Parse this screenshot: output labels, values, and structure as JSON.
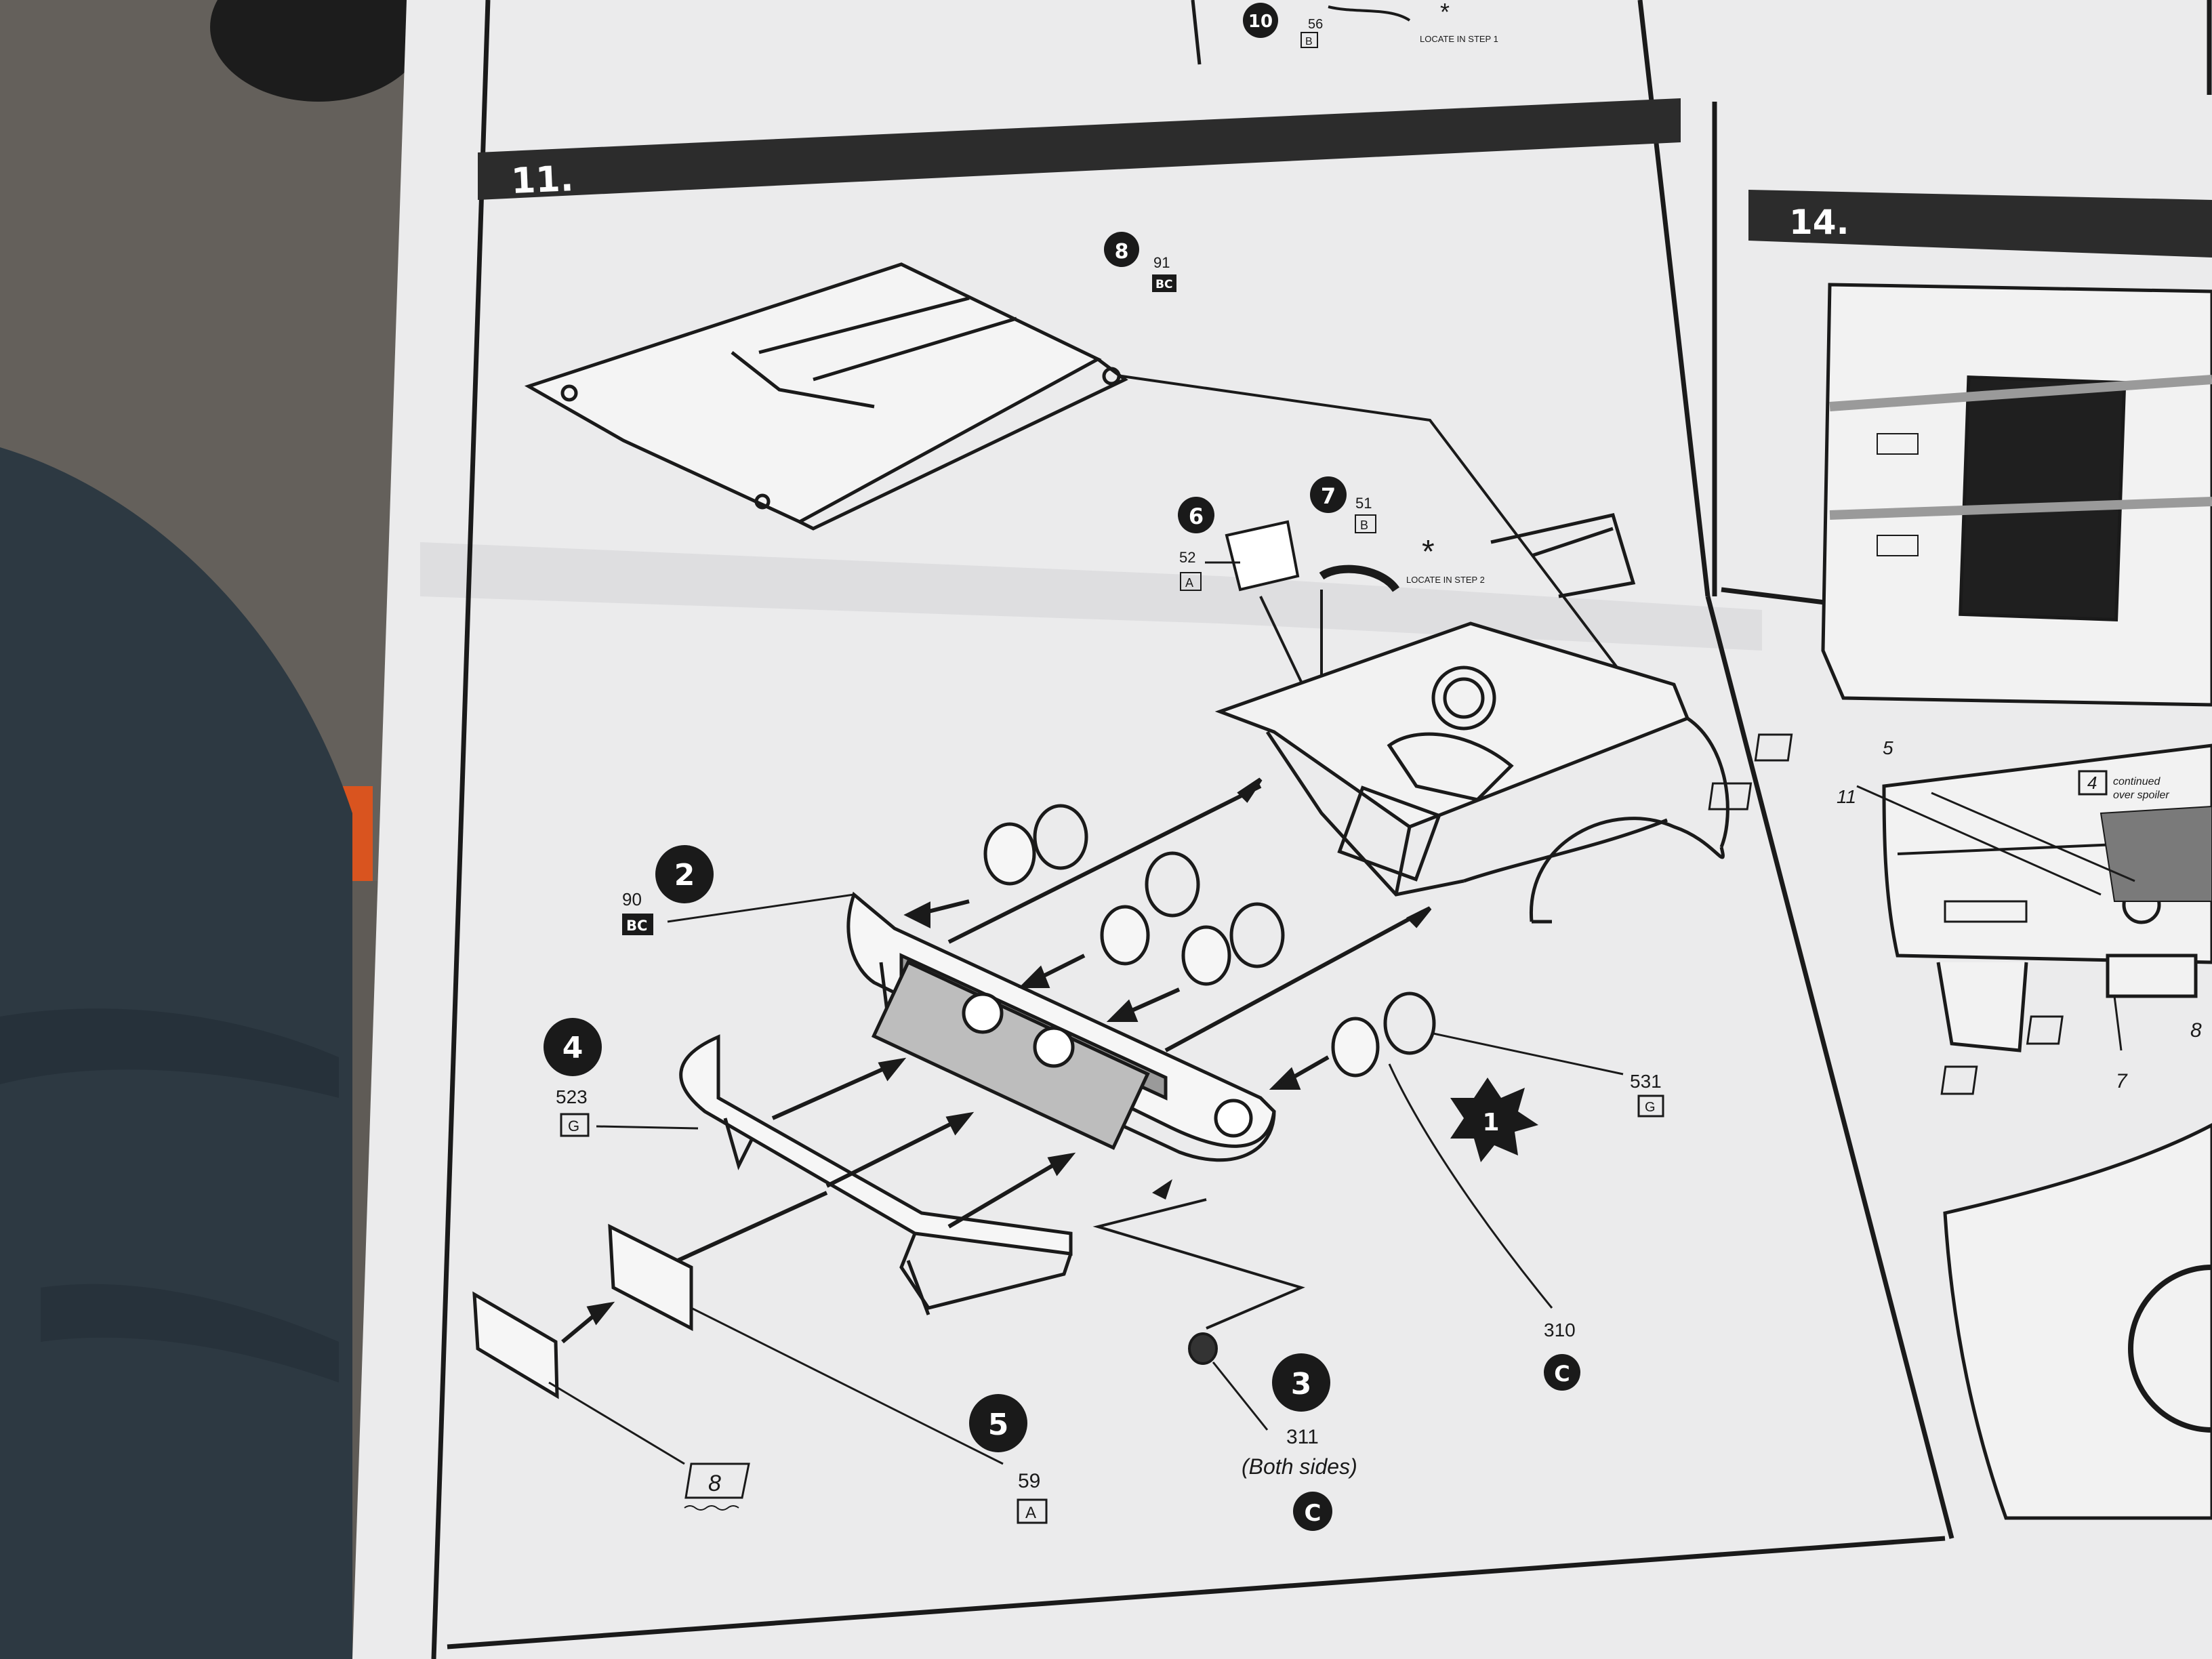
{
  "steps": {
    "step10": {
      "number": "10",
      "part": "56",
      "tree": "B",
      "note": "LOCATE IN STEP 1"
    },
    "step11": {
      "header": "11."
    },
    "step14": {
      "header": "14."
    }
  },
  "callouts": {
    "c8_hood": {
      "number": "8",
      "part": "91",
      "tree": "BC"
    },
    "c6": {
      "number": "6",
      "part": "52",
      "tree": "A"
    },
    "c7": {
      "number": "7",
      "part": "51",
      "tree": "B",
      "note": "LOCATE IN STEP 2"
    },
    "c2": {
      "number": "2",
      "part": "90",
      "tree": "BC"
    },
    "c4": {
      "number": "4",
      "part": "523",
      "tree": "G"
    },
    "c1": {
      "number": "1"
    },
    "c531": {
      "part": "531",
      "tree": "G"
    },
    "c310": {
      "part": "310",
      "tree": "C"
    },
    "c3": {
      "number": "3",
      "part": "311",
      "note": "(Both sides)",
      "tree": "C"
    },
    "c5": {
      "number": "5",
      "part": "59",
      "tree": "A"
    },
    "decal8": {
      "part": "8"
    }
  },
  "step14_callouts": {
    "decal5": "5",
    "decal11": "11",
    "decal4": "4",
    "decal4_note1": "continued",
    "decal4_note2": "over spoiler",
    "decal7": "7",
    "decal8": "8"
  },
  "colors": {
    "paper": "#ebebec",
    "ink": "#1a1a1a",
    "band": "#2c2c2c",
    "carpet": "#5e5a55",
    "denim": "#2e3a44",
    "orange": "#d9541f"
  }
}
